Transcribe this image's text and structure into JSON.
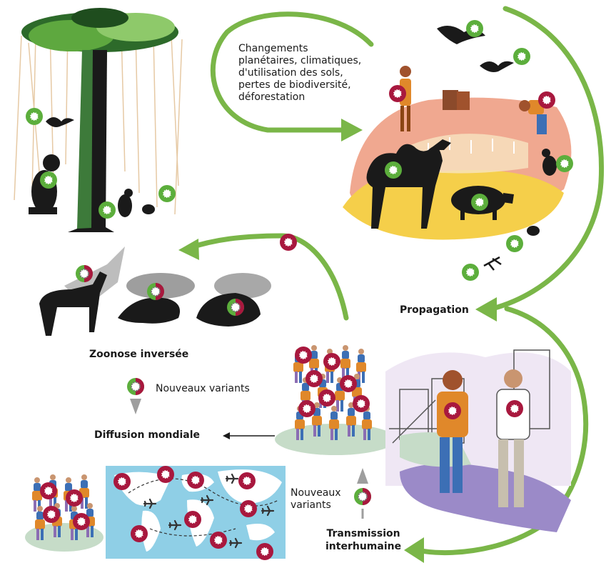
{
  "labels": {
    "changes_lines": [
      "Changements",
      "planétaires, climatiques,",
      "d'utilisation des sols,",
      "pertes de biodiversité,",
      "déforestation"
    ],
    "propagation": "Propagation",
    "zoonose_inversee": "Zoonose inversée",
    "nouveaux_variants_left": "Nouveaux variants",
    "diffusion_mondiale": "Diffusion mondiale",
    "nouveaux_variants_right_lines": [
      "Nouveaux",
      "variants"
    ],
    "transmission_lines": [
      "Transmission",
      "interhumaine"
    ]
  },
  "colors": {
    "arrow_green": "#7ab648",
    "virus_green": "#5cae3c",
    "virus_red": "#a8183e",
    "ground_yellow": "#f5cf4a",
    "ground_pink": "#f0a890",
    "map_blue": "#8fcfe6",
    "land_white": "#ffffff",
    "crowd_purple": "#8b6db3",
    "crowd_orange": "#e0882a",
    "crowd_blue": "#3c6fb5",
    "shadow_green": "#c6dcc8",
    "street_purple": "#9b8ac8",
    "silhouette": "#1a1a1a",
    "trunk_green": "#3d7a3a"
  },
  "icons": [
    "virus-green-icon",
    "virus-red-icon",
    "virus-mixed-icon",
    "airplane-icon",
    "bat-icon",
    "camel-icon",
    "pig-icon",
    "deer-icon",
    "pangolin-icon"
  ]
}
